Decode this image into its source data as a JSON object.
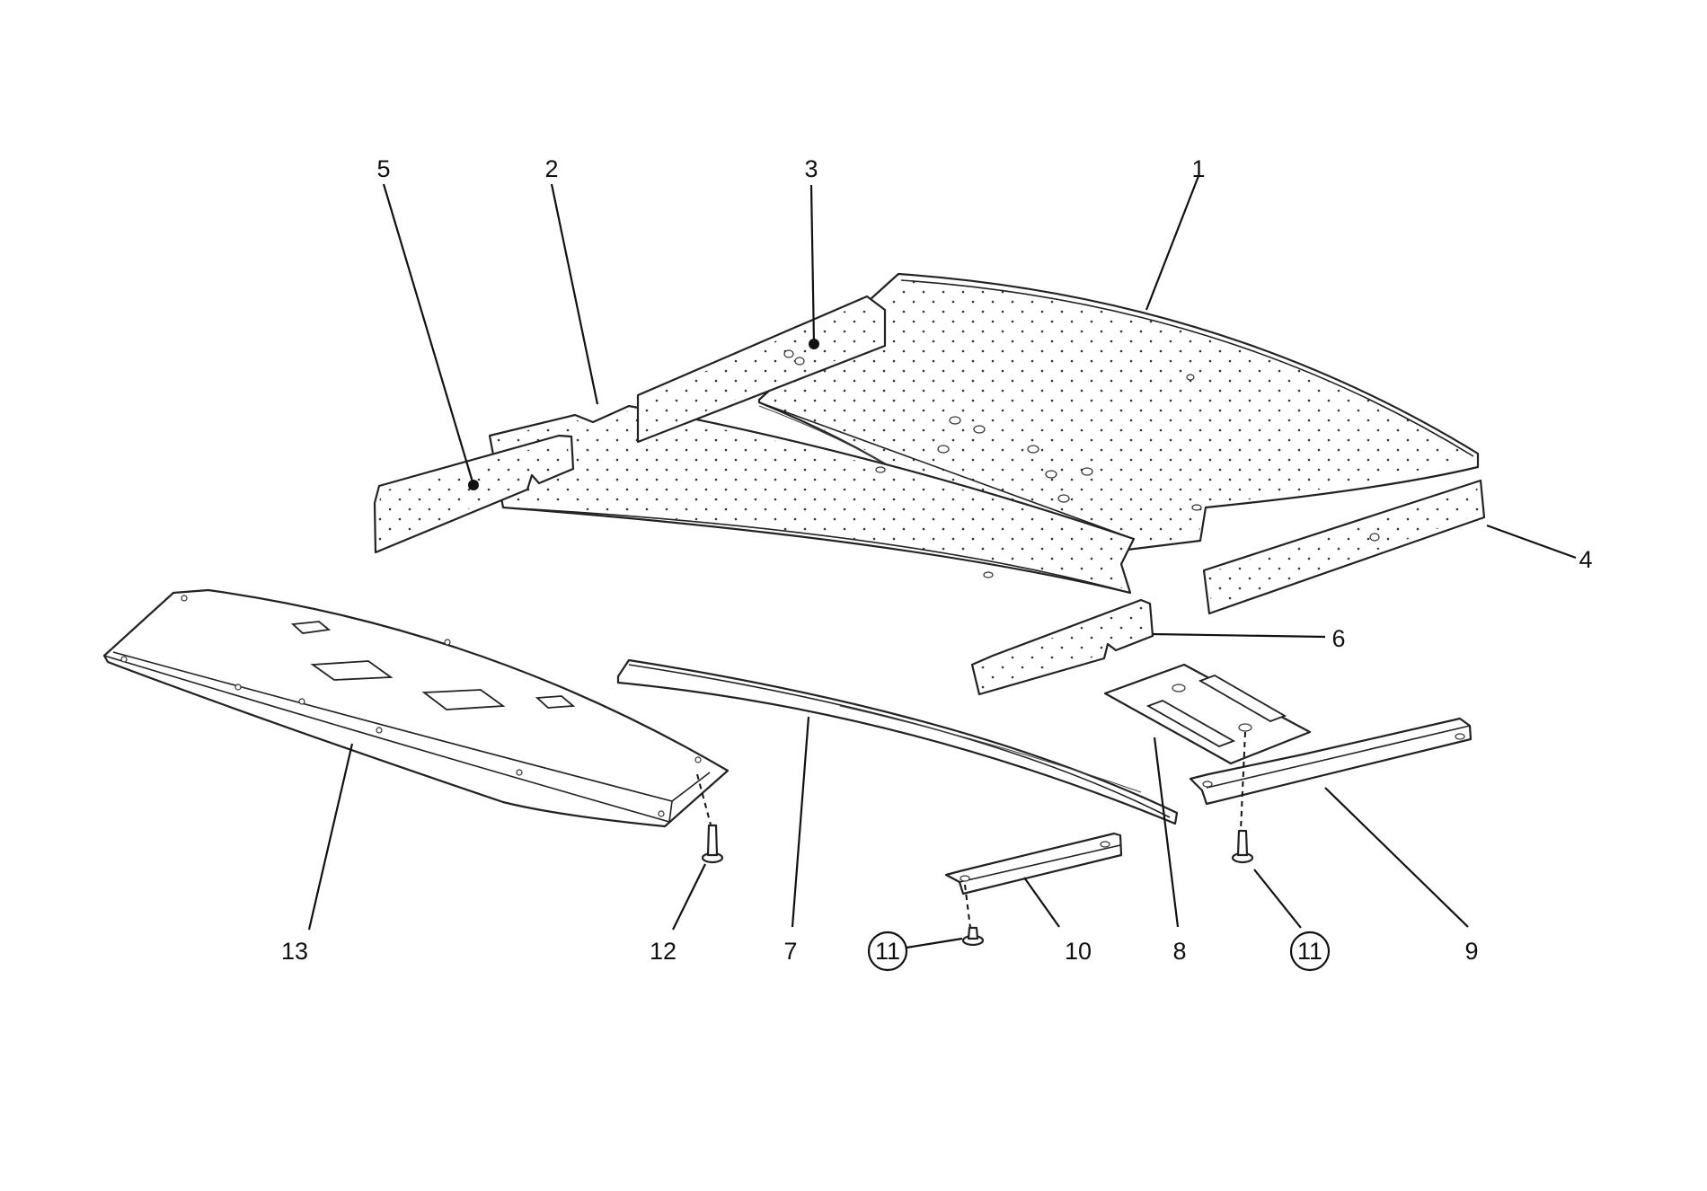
{
  "diagram": {
    "callouts": [
      {
        "id": "c1",
        "label": "1"
      },
      {
        "id": "c2",
        "label": "2"
      },
      {
        "id": "c3",
        "label": "3"
      },
      {
        "id": "c4",
        "label": "4"
      },
      {
        "id": "c5",
        "label": "5"
      },
      {
        "id": "c6",
        "label": "6"
      },
      {
        "id": "c7",
        "label": "7"
      },
      {
        "id": "c8",
        "label": "8"
      },
      {
        "id": "c9",
        "label": "9"
      },
      {
        "id": "c10",
        "label": "10"
      },
      {
        "id": "c11a",
        "label": "11"
      },
      {
        "id": "c11b",
        "label": "11"
      },
      {
        "id": "c12",
        "label": "12"
      },
      {
        "id": "c13",
        "label": "13"
      }
    ]
  }
}
